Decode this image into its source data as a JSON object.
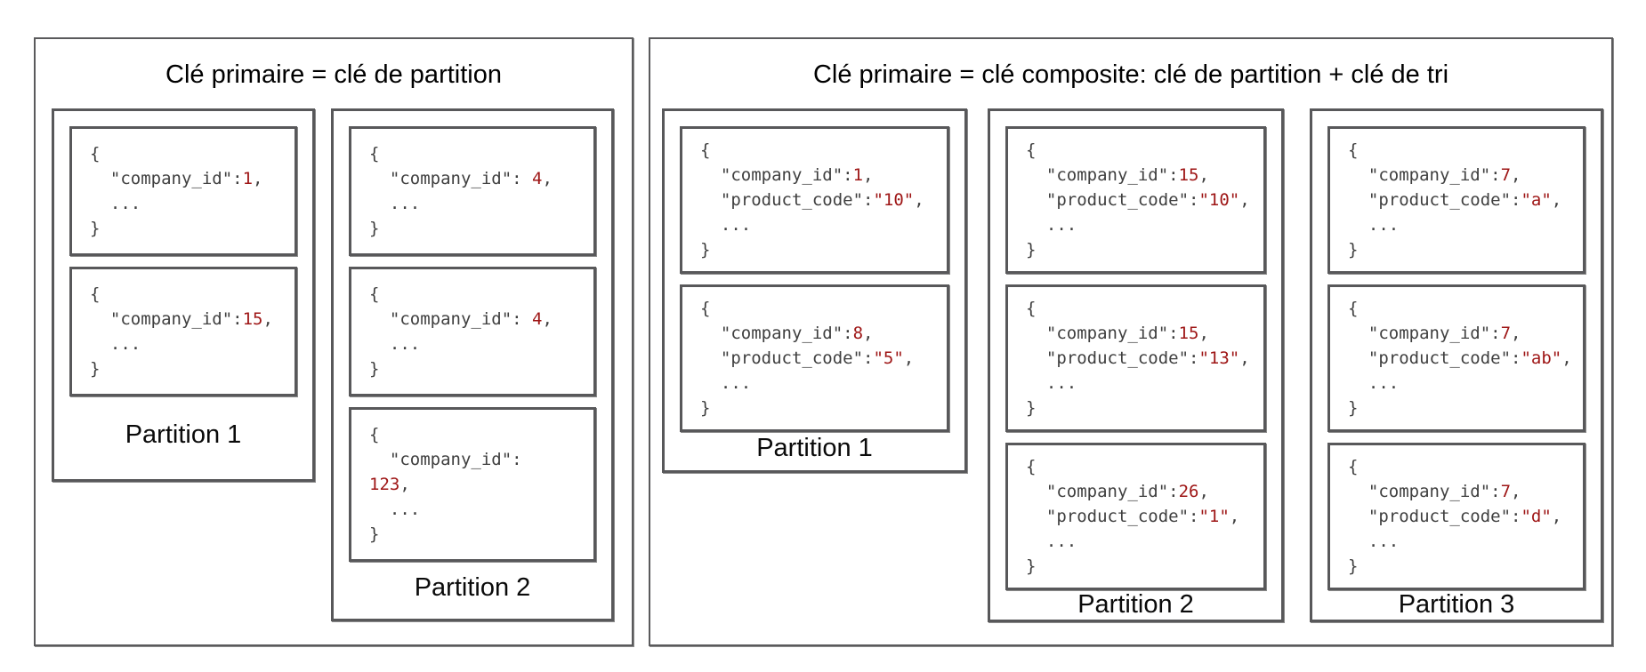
{
  "colors": {
    "background": "#ffffff",
    "border_gray": "#58585a",
    "code_text": "#3f3f3f",
    "key_value_red": "#9e1515",
    "label_text": "#000000"
  },
  "panels": [
    {
      "title": "Clé primaire = clé de partition",
      "partitions": [
        {
          "label": "Partition 1",
          "items": [
            {
              "lines": [
                [
                  "{"
                ],
                [
                  "  \"company_id\":",
                  {
                    "v": "1"
                  },
                  ","
                ],
                [
                  "  ..."
                ],
                [
                  "}"
                ]
              ]
            },
            {
              "lines": [
                [
                  "{"
                ],
                [
                  "  \"company_id\":",
                  {
                    "v": "15"
                  },
                  ","
                ],
                [
                  "  ..."
                ],
                [
                  "}"
                ]
              ]
            }
          ]
        },
        {
          "label": "Partition 2",
          "items": [
            {
              "lines": [
                [
                  "{"
                ],
                [
                  "  \"company_id\": ",
                  {
                    "v": "4"
                  },
                  ","
                ],
                [
                  "  ..."
                ],
                [
                  "}"
                ]
              ]
            },
            {
              "lines": [
                [
                  "{"
                ],
                [
                  "  \"company_id\": ",
                  {
                    "v": "4"
                  },
                  ","
                ],
                [
                  "  ..."
                ],
                [
                  "}"
                ]
              ]
            },
            {
              "lines": [
                [
                  "{"
                ],
                [
                  "  \"company_id\":"
                ],
                [
                  {
                    "v": "123"
                  },
                  ","
                ],
                [
                  "  ..."
                ],
                [
                  "}"
                ]
              ]
            }
          ]
        }
      ]
    },
    {
      "title": "Clé primaire = clé composite: clé de partition + clé de tri",
      "partitions": [
        {
          "label": "Partition 1",
          "items": [
            {
              "lines": [
                [
                  "{"
                ],
                [
                  "  \"company_id\":",
                  {
                    "v": "1"
                  },
                  ","
                ],
                [
                  "  \"product_code\":",
                  {
                    "v": "\"10\""
                  },
                  ","
                ],
                [
                  "  ..."
                ],
                [
                  "}"
                ]
              ]
            },
            {
              "lines": [
                [
                  "{"
                ],
                [
                  "  \"company_id\":",
                  {
                    "v": "8"
                  },
                  ","
                ],
                [
                  "  \"product_code\":",
                  {
                    "v": "\"5\""
                  },
                  ","
                ],
                [
                  "  ..."
                ],
                [
                  "}"
                ]
              ]
            }
          ]
        },
        {
          "label": "Partition 2",
          "items": [
            {
              "lines": [
                [
                  "{"
                ],
                [
                  "  \"company_id\":",
                  {
                    "v": "15"
                  },
                  ","
                ],
                [
                  "  \"product_code\":",
                  {
                    "v": "\"10\""
                  },
                  ","
                ],
                [
                  "  ..."
                ],
                [
                  "}"
                ]
              ]
            },
            {
              "lines": [
                [
                  "{"
                ],
                [
                  "  \"company_id\":",
                  {
                    "v": "15"
                  },
                  ","
                ],
                [
                  "  \"product_code\":",
                  {
                    "v": "\"13\""
                  },
                  ","
                ],
                [
                  "  ..."
                ],
                [
                  "}"
                ]
              ]
            },
            {
              "lines": [
                [
                  "{"
                ],
                [
                  "  \"company_id\":",
                  {
                    "v": "26"
                  },
                  ","
                ],
                [
                  "  \"product_code\":",
                  {
                    "v": "\"1\""
                  },
                  ","
                ],
                [
                  "  ..."
                ],
                [
                  "}"
                ]
              ]
            }
          ]
        },
        {
          "label": "Partition 3",
          "items": [
            {
              "lines": [
                [
                  "{"
                ],
                [
                  "  \"company_id\":",
                  {
                    "v": "7"
                  },
                  ","
                ],
                [
                  "  \"product_code\":",
                  {
                    "v": "\"a\""
                  },
                  ","
                ],
                [
                  "  ..."
                ],
                [
                  "}"
                ]
              ]
            },
            {
              "lines": [
                [
                  "{"
                ],
                [
                  "  \"company_id\":",
                  {
                    "v": "7"
                  },
                  ","
                ],
                [
                  "  \"product_code\":",
                  {
                    "v": "\"ab\""
                  },
                  ","
                ],
                [
                  "  ..."
                ],
                [
                  "}"
                ]
              ]
            },
            {
              "lines": [
                [
                  "{"
                ],
                [
                  "  \"company_id\":",
                  {
                    "v": "7"
                  },
                  ","
                ],
                [
                  "  \"product_code\":",
                  {
                    "v": "\"d\""
                  },
                  ","
                ],
                [
                  "  ..."
                ],
                [
                  "}"
                ]
              ]
            }
          ]
        }
      ]
    }
  ]
}
